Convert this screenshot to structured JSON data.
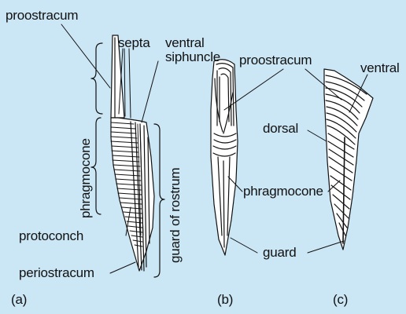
{
  "figure": {
    "background": "#cbe6f4",
    "line_color": "#111111",
    "panel_a": {
      "caption": "(a)",
      "labels": {
        "proostracum": "proostracum",
        "septa": "septa",
        "ventral_siphuncle_line1": "ventral",
        "ventral_siphuncle_line2": "siphuncle",
        "phragmocone": "phragmocone",
        "guard_of_rostrum": "guard of rostrum",
        "protoconch": "protoconch",
        "periostracum": "periostracum"
      }
    },
    "panel_b": {
      "caption": "(b)"
    },
    "panel_c": {
      "caption": "(c)",
      "labels": {
        "ventral": "ventral",
        "dorsal": "dorsal"
      }
    },
    "shared_labels": {
      "proostracum": "proostracum",
      "phragmocone": "phragmocone",
      "guard": "guard"
    }
  }
}
